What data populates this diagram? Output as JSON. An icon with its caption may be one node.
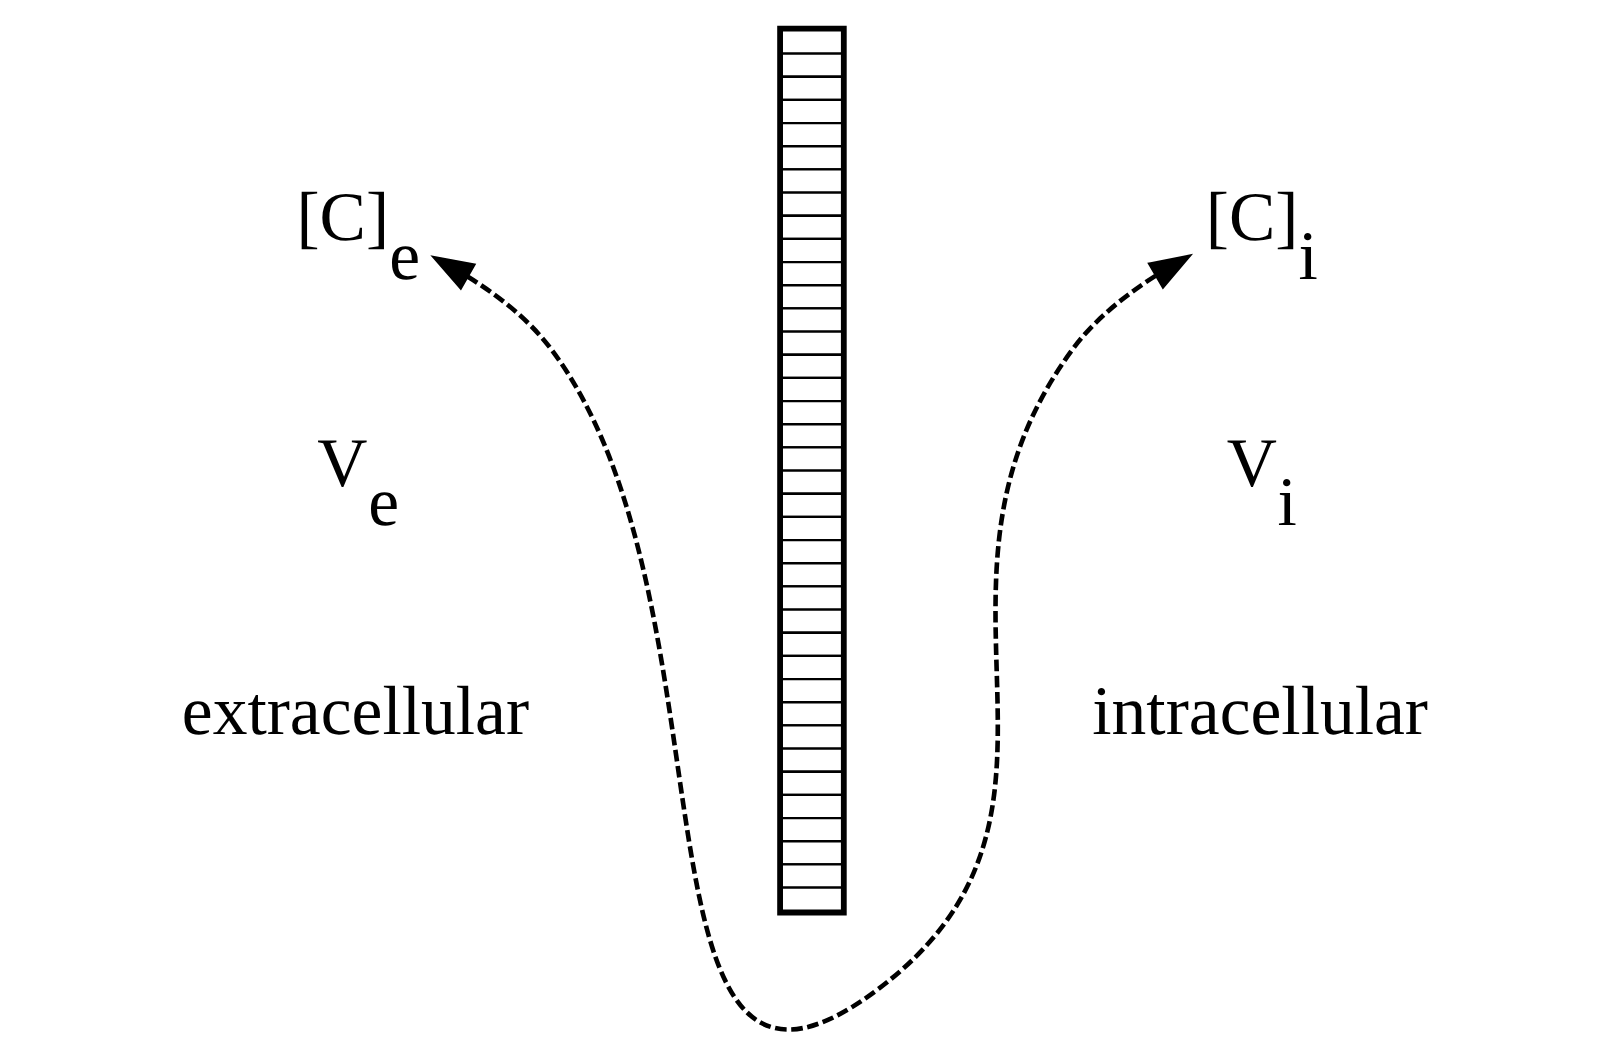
{
  "diagram": {
    "nodes": [
      {
        "text": [
          "[C]$_{e}$"
        ]
      },
      {
        "text": [],
        "shape": "bar"
      },
      {
        "text": [
          "[C]$_{i}$"
        ]
      }
    ],
    "edges": [
      {
        "from": 0,
        "to": 2,
        "arrow": "both",
        "style": "dashed"
      }
    ],
    "labels": [
      "V$_{e}$",
      "V$_{i}$",
      "extracellular",
      "intracellular"
    ]
  }
}
